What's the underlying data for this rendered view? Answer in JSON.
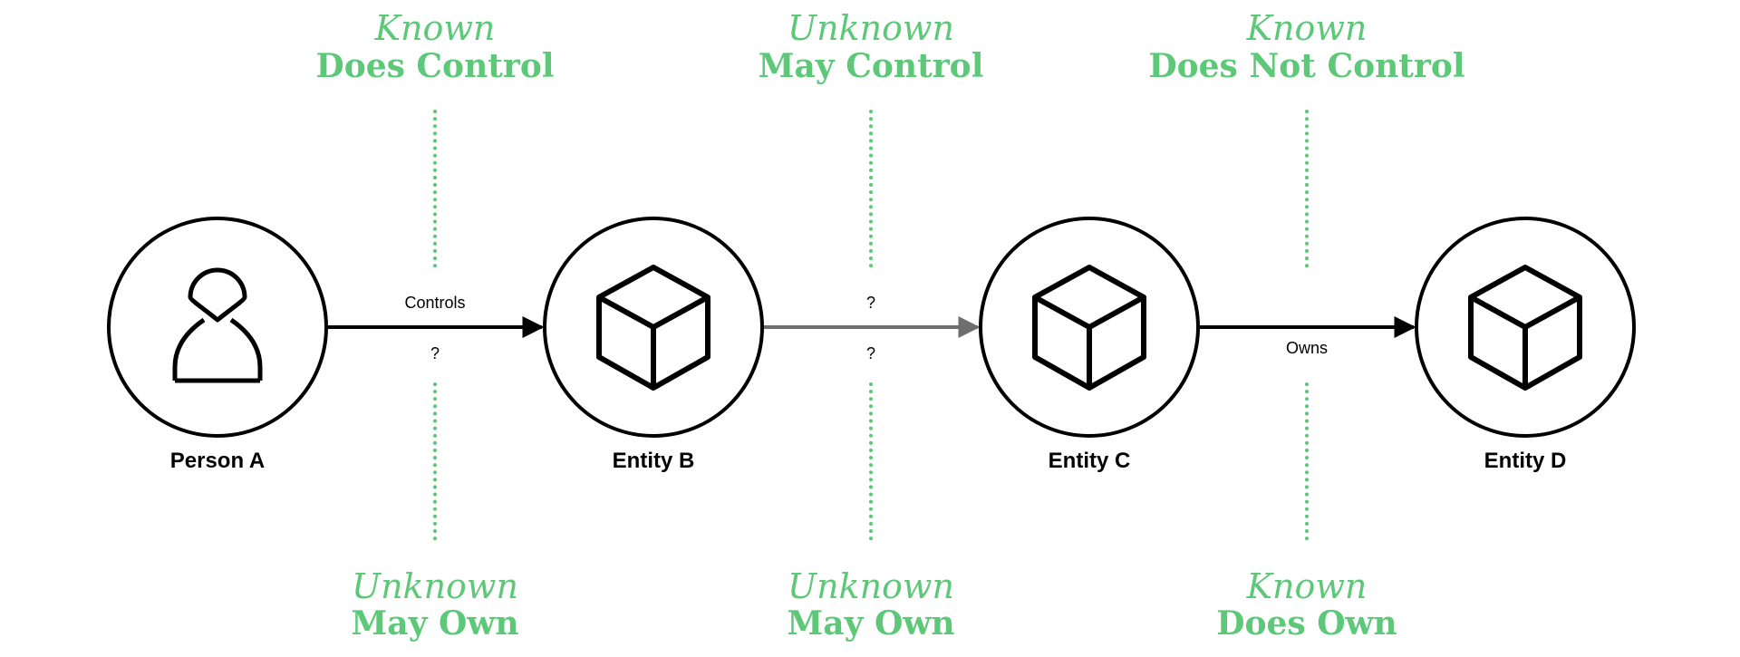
{
  "colors": {
    "accent_green": "#5cc878",
    "ink": "#000000",
    "uncertain_edge": "#6e6e6e",
    "background": "#ffffff"
  },
  "nodes": [
    {
      "label": "Person A",
      "icon": "person-icon"
    },
    {
      "label": "Entity B",
      "icon": "cube-icon"
    },
    {
      "label": "Entity C",
      "icon": "cube-icon"
    },
    {
      "label": "Entity D",
      "icon": "cube-icon"
    }
  ],
  "edges": [
    {
      "top_label": "Controls",
      "bottom_label": "?",
      "style": "solid"
    },
    {
      "top_label": "?",
      "bottom_label": "?",
      "style": "uncertain"
    },
    {
      "top_label": "",
      "bottom_label": "Owns",
      "style": "solid"
    }
  ],
  "annotations": [
    {
      "top": {
        "status": "Known",
        "relation": "Does Control"
      },
      "bottom": {
        "status": "Unknown",
        "relation": "May Own"
      }
    },
    {
      "top": {
        "status": "Unknown",
        "relation": "May Control"
      },
      "bottom": {
        "status": "Unknown",
        "relation": "May Own"
      }
    },
    {
      "top": {
        "status": "Known",
        "relation": "Does Not Control"
      },
      "bottom": {
        "status": "Known",
        "relation": "Does Own"
      }
    }
  ]
}
